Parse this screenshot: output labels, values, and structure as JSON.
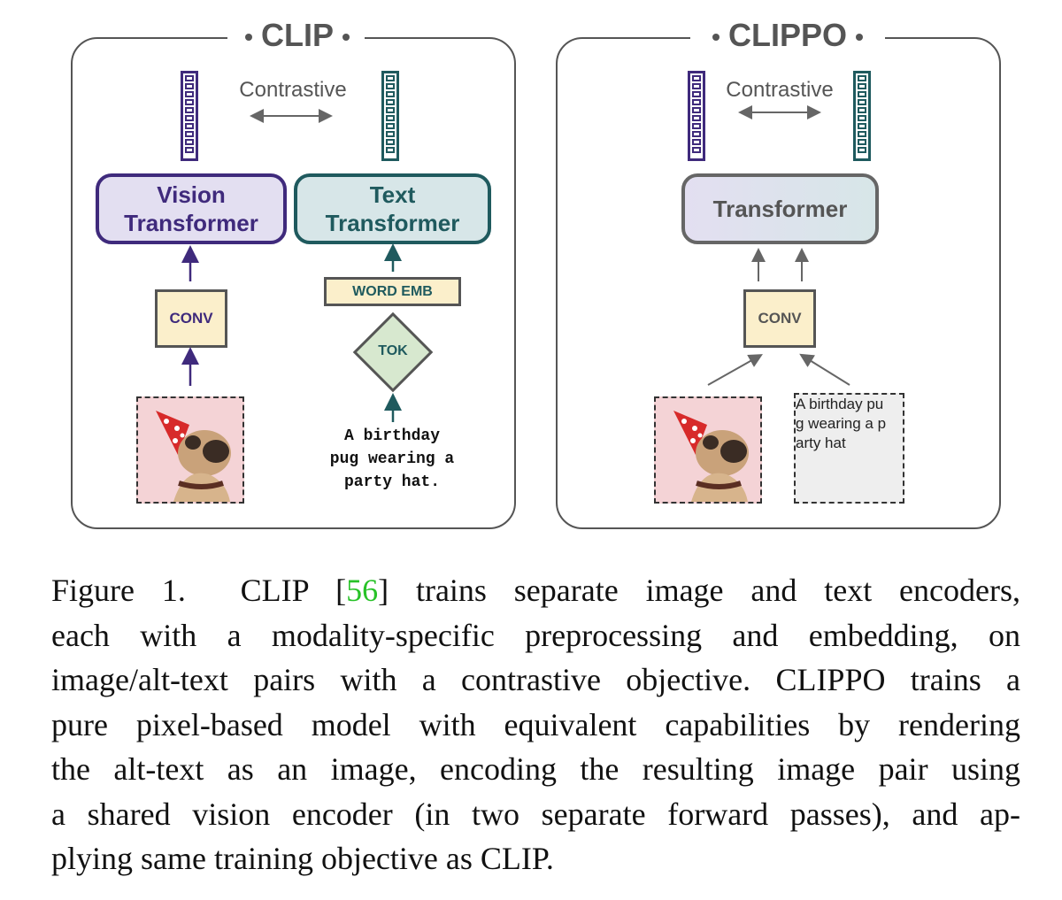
{
  "clip_panel": {
    "title": "CLIP",
    "contrastive_label": "Contrastive",
    "vision_encoder": "Vision\nTransformer",
    "text_encoder": "Text\nTransformer",
    "conv_label": "CONV",
    "word_emb_label": "WORD EMB",
    "tok_label": "TOK",
    "alt_text": "A birthday\npug wearing a\nparty hat."
  },
  "clippo_panel": {
    "title": "CLIPPO",
    "contrastive_label": "Contrastive",
    "shared_encoder": "Transformer",
    "conv_label": "CONV",
    "rendered_text": "A birthday pu\ng wearing a p\narty hat"
  },
  "figure_caption": {
    "label": "Figure 1.",
    "lines": [
      [
        "CLIP [",
        "56",
        "] trains separate image and text encoders,"
      ],
      [
        "each with a modality-specific preprocessing and embedding, on"
      ],
      [
        "image/alt-text pairs with a contrastive objective. CLIPPO trains a"
      ],
      [
        "pure pixel-based model with equivalent capabilities by rendering"
      ],
      [
        "the alt-text as an image, encoding the resulting image pair using"
      ],
      [
        "a shared vision encoder (in two separate forward passes), and ap-"
      ],
      [
        "plying same training objective as CLIP."
      ]
    ]
  },
  "colors": {
    "vision_purple": "#3f2a7c",
    "text_teal": "#1f5a5e",
    "conv_fill": "#fbefcb",
    "tok_fill": "#d7e8cf",
    "citation_green": "#28c228"
  }
}
